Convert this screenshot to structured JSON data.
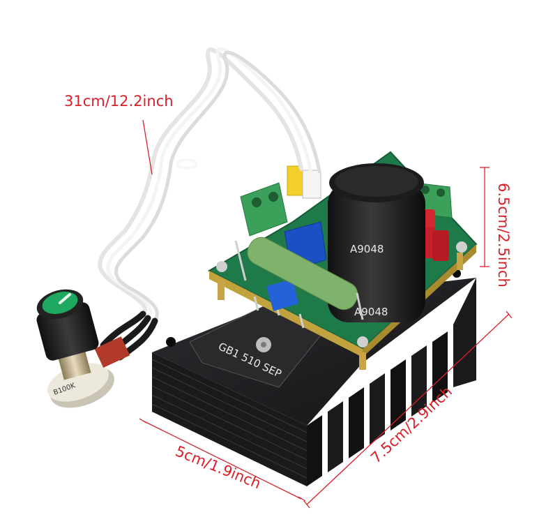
{
  "dimensions": {
    "cable_length": "31cm/12.2inch",
    "height": "6.5cm/2.5inch",
    "width": "5cm/1.9inch",
    "length": "7.5cm/2.9inch"
  },
  "components": {
    "capacitor_label_top": "A9048",
    "capacitor_label_bottom": "A9048",
    "bridge_label": "GB1 510 SEP",
    "pot_label": "B100K"
  },
  "colors": {
    "dimension": "#d8202a",
    "heatsink": "#1f1f22",
    "pcb": "#1f7a4a",
    "terminal": "#3aa05a",
    "knob_cap": "#1ea860"
  }
}
